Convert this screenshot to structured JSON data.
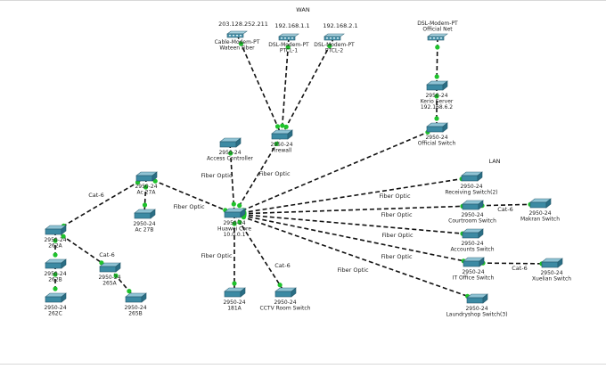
{
  "diagram": {
    "region_labels": {
      "wan": "WAN",
      "lan": "LAN"
    },
    "ip_labels": {
      "wateen": "203.128.252.211",
      "ptcl1": "192.168.1.1",
      "ptcl2": "192.168.2.1"
    },
    "nodes": [
      {
        "id": "wateen",
        "kind": "modem",
        "lines": [
          "Cable-Modem-PT",
          "Wateen Fiber"
        ]
      },
      {
        "id": "ptcl1",
        "kind": "modem",
        "lines": [
          "DSL-Modem-PT",
          "PTCL-1"
        ]
      },
      {
        "id": "ptcl2",
        "kind": "modem",
        "lines": [
          "DSL-Modem-PT",
          "PTCL-2"
        ]
      },
      {
        "id": "officialnet",
        "kind": "modem",
        "lines": [
          "DSL-Modem-PT",
          "Official Net"
        ]
      },
      {
        "id": "kerio",
        "kind": "switch",
        "lines": [
          "2950-24",
          "Kerio Server",
          "192.168.6.2"
        ]
      },
      {
        "id": "firewall",
        "kind": "switch",
        "lines": [
          "2950-24",
          "Firewall"
        ]
      },
      {
        "id": "official",
        "kind": "switch",
        "lines": [
          "2950-24",
          "Official Switch"
        ]
      },
      {
        "id": "access",
        "kind": "switch",
        "lines": [
          "2950-24",
          "Access Controller"
        ]
      },
      {
        "id": "core",
        "kind": "switch",
        "lines": [
          "2950-24",
          "Huawei Core",
          "10.0.0.1"
        ]
      },
      {
        "id": "ac27a",
        "kind": "switch",
        "lines": [
          "2950-24",
          "Ac 27A"
        ]
      },
      {
        "id": "ac27b",
        "kind": "switch",
        "lines": [
          "2950-24",
          "Ac 27B"
        ]
      },
      {
        "id": "s262a",
        "kind": "switch",
        "lines": [
          "2950-24",
          "262A"
        ]
      },
      {
        "id": "s262b",
        "kind": "switch",
        "lines": [
          "2950-24",
          "262B"
        ]
      },
      {
        "id": "s262c",
        "kind": "switch",
        "lines": [
          "2950-24",
          "262C"
        ]
      },
      {
        "id": "s265a",
        "kind": "switch",
        "lines": [
          "2950-24",
          "265A"
        ]
      },
      {
        "id": "s265b",
        "kind": "switch",
        "lines": [
          "2950-24",
          "265B"
        ]
      },
      {
        "id": "s181a",
        "kind": "switch",
        "lines": [
          "2950-24",
          "181A"
        ]
      },
      {
        "id": "cctv",
        "kind": "switch",
        "lines": [
          "2950-24",
          "CCTV Room Switch"
        ]
      },
      {
        "id": "receiving",
        "kind": "switch",
        "lines": [
          "2950-24",
          "Receiving Switch(2)"
        ]
      },
      {
        "id": "courtroom",
        "kind": "switch",
        "lines": [
          "2950-24",
          "Courtroom Switch"
        ]
      },
      {
        "id": "makran",
        "kind": "switch",
        "lines": [
          "2950-24",
          "Makran Switch"
        ]
      },
      {
        "id": "accounts",
        "kind": "switch",
        "lines": [
          "2950-24",
          "Accounts Switch"
        ]
      },
      {
        "id": "itoffice",
        "kind": "switch",
        "lines": [
          "2950-24",
          "IT Office Switch"
        ]
      },
      {
        "id": "xuelian",
        "kind": "switch",
        "lines": [
          "2950-24",
          "Xuelian Switch"
        ]
      },
      {
        "id": "laundry",
        "kind": "switch",
        "lines": [
          "2950-24",
          "Laundryshop Switch(3)"
        ]
      }
    ],
    "links": [
      {
        "from": "wateen",
        "to": "firewall",
        "label": ""
      },
      {
        "from": "ptcl1",
        "to": "firewall",
        "label": ""
      },
      {
        "from": "ptcl2",
        "to": "firewall",
        "label": ""
      },
      {
        "from": "officialnet",
        "to": "kerio",
        "label": ""
      },
      {
        "from": "kerio",
        "to": "official",
        "label": ""
      },
      {
        "from": "firewall",
        "to": "core",
        "label": "Fiber Optic"
      },
      {
        "from": "official",
        "to": "core",
        "label": ""
      },
      {
        "from": "access",
        "to": "core",
        "label": "Fiber Optic"
      },
      {
        "from": "ac27a",
        "to": "core",
        "label": "Fiber Optic"
      },
      {
        "from": "ac27a",
        "to": "ac27b",
        "label": ""
      },
      {
        "from": "ac27a",
        "to": "s262a",
        "label": "Cat-6"
      },
      {
        "from": "s262a",
        "to": "s262b",
        "label": ""
      },
      {
        "from": "s262b",
        "to": "s262c",
        "label": ""
      },
      {
        "from": "s262a",
        "to": "s265a",
        "label": ""
      },
      {
        "from": "s265a",
        "to": "s265b",
        "label": "Cat-6"
      },
      {
        "from": "core",
        "to": "s181a",
        "label": "Fiber Optic"
      },
      {
        "from": "core",
        "to": "cctv",
        "label": "Cat-6"
      },
      {
        "from": "core",
        "to": "receiving",
        "label": "Fiber Optic"
      },
      {
        "from": "core",
        "to": "courtroom",
        "label": "Fiber Optic"
      },
      {
        "from": "courtroom",
        "to": "makran",
        "label": "Cat-6"
      },
      {
        "from": "core",
        "to": "accounts",
        "label": "Fiber Optic"
      },
      {
        "from": "core",
        "to": "itoffice",
        "label": "Fiber Optic"
      },
      {
        "from": "itoffice",
        "to": "xuelian",
        "label": "Cat-6"
      },
      {
        "from": "core",
        "to": "laundry",
        "label": "Fiber Optic"
      }
    ]
  }
}
